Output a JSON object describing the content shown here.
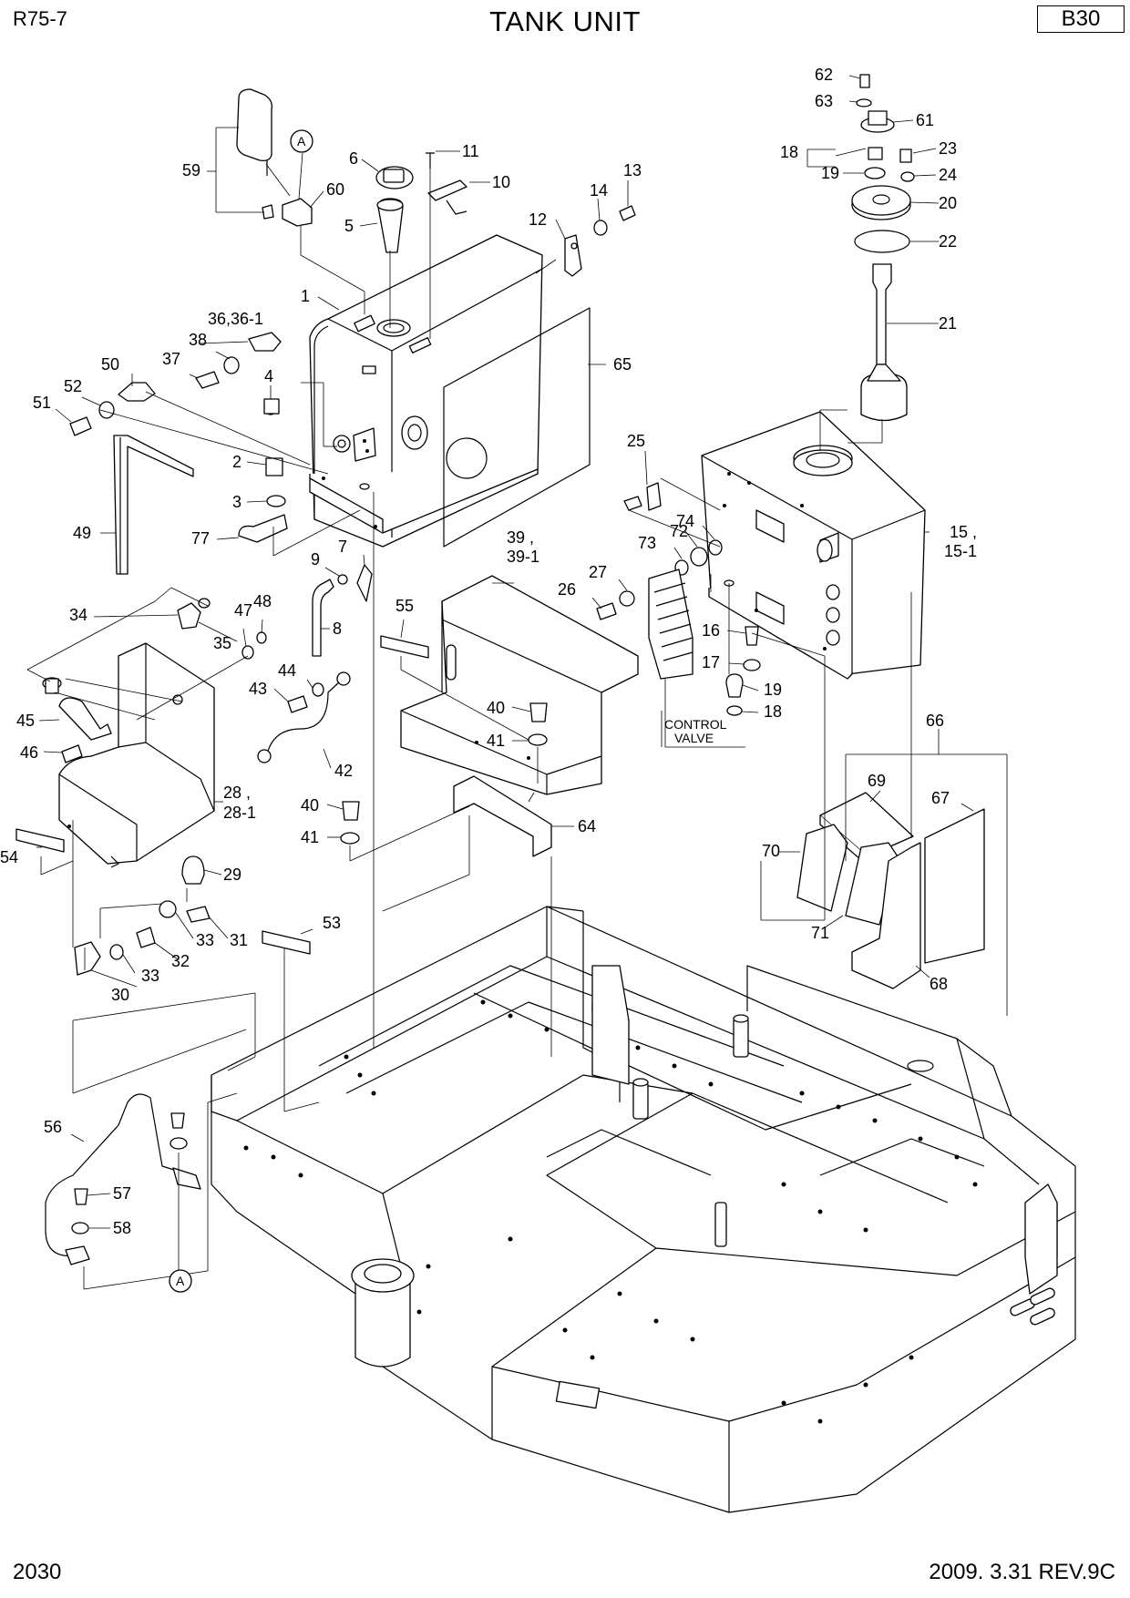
{
  "header": {
    "model": "R75-7",
    "title": "TANK UNIT",
    "sheet_code": "B30"
  },
  "footer": {
    "page_number": "2030",
    "revision": "2009. 3.31 REV.9C"
  },
  "callouts": [
    {
      "id": "c1",
      "text": "1"
    },
    {
      "id": "c2",
      "text": "2"
    },
    {
      "id": "c3",
      "text": "3"
    },
    {
      "id": "c4",
      "text": "4"
    },
    {
      "id": "c5",
      "text": "5"
    },
    {
      "id": "c6",
      "text": "6"
    },
    {
      "id": "c7",
      "text": "7"
    },
    {
      "id": "c8",
      "text": "8"
    },
    {
      "id": "c9",
      "text": "9"
    },
    {
      "id": "c10",
      "text": "10"
    },
    {
      "id": "c11",
      "text": "11"
    },
    {
      "id": "c12",
      "text": "12"
    },
    {
      "id": "c13",
      "text": "13"
    },
    {
      "id": "c14",
      "text": "14"
    },
    {
      "id": "c15",
      "text": "15 ,"
    },
    {
      "id": "c15b",
      "text": "15-1"
    },
    {
      "id": "c16",
      "text": "16"
    },
    {
      "id": "c17",
      "text": "17"
    },
    {
      "id": "c18a",
      "text": "18"
    },
    {
      "id": "c18b",
      "text": "18"
    },
    {
      "id": "c19a",
      "text": "19"
    },
    {
      "id": "c19b",
      "text": "19"
    },
    {
      "id": "c20",
      "text": "20"
    },
    {
      "id": "c21",
      "text": "21"
    },
    {
      "id": "c22",
      "text": "22"
    },
    {
      "id": "c23",
      "text": "23"
    },
    {
      "id": "c24",
      "text": "24"
    },
    {
      "id": "c25",
      "text": "25"
    },
    {
      "id": "c26",
      "text": "26"
    },
    {
      "id": "c27",
      "text": "27"
    },
    {
      "id": "c28",
      "text": "28 ,"
    },
    {
      "id": "c28b",
      "text": "28-1"
    },
    {
      "id": "c29",
      "text": "29"
    },
    {
      "id": "c30",
      "text": "30"
    },
    {
      "id": "c31",
      "text": "31"
    },
    {
      "id": "c32",
      "text": "32"
    },
    {
      "id": "c33a",
      "text": "33"
    },
    {
      "id": "c33b",
      "text": "33"
    },
    {
      "id": "c34",
      "text": "34"
    },
    {
      "id": "c35",
      "text": "35"
    },
    {
      "id": "c36",
      "text": "36,36-1"
    },
    {
      "id": "c37",
      "text": "37"
    },
    {
      "id": "c38",
      "text": "38"
    },
    {
      "id": "c39",
      "text": "39 ,"
    },
    {
      "id": "c39b",
      "text": "39-1"
    },
    {
      "id": "c40a",
      "text": "40"
    },
    {
      "id": "c40b",
      "text": "40"
    },
    {
      "id": "c41a",
      "text": "41"
    },
    {
      "id": "c41b",
      "text": "41"
    },
    {
      "id": "c42",
      "text": "42"
    },
    {
      "id": "c43",
      "text": "43"
    },
    {
      "id": "c44",
      "text": "44"
    },
    {
      "id": "c45",
      "text": "45"
    },
    {
      "id": "c46",
      "text": "46"
    },
    {
      "id": "c47",
      "text": "47"
    },
    {
      "id": "c48",
      "text": "48"
    },
    {
      "id": "c49",
      "text": "49"
    },
    {
      "id": "c50",
      "text": "50"
    },
    {
      "id": "c51",
      "text": "51"
    },
    {
      "id": "c52",
      "text": "52"
    },
    {
      "id": "c53",
      "text": "53"
    },
    {
      "id": "c54",
      "text": "54"
    },
    {
      "id": "c55",
      "text": "55"
    },
    {
      "id": "c56",
      "text": "56"
    },
    {
      "id": "c57",
      "text": "57"
    },
    {
      "id": "c58",
      "text": "58"
    },
    {
      "id": "c59",
      "text": "59"
    },
    {
      "id": "c60",
      "text": "60"
    },
    {
      "id": "c61",
      "text": "61"
    },
    {
      "id": "c62",
      "text": "62"
    },
    {
      "id": "c63",
      "text": "63"
    },
    {
      "id": "c64",
      "text": "64"
    },
    {
      "id": "c65",
      "text": "65"
    },
    {
      "id": "c66",
      "text": "66"
    },
    {
      "id": "c67",
      "text": "67"
    },
    {
      "id": "c68",
      "text": "68"
    },
    {
      "id": "c69",
      "text": "69"
    },
    {
      "id": "c70",
      "text": "70"
    },
    {
      "id": "c71",
      "text": "71"
    },
    {
      "id": "c72",
      "text": "72"
    },
    {
      "id": "c73",
      "text": "73"
    },
    {
      "id": "c74",
      "text": "74"
    },
    {
      "id": "c77",
      "text": "77"
    }
  ],
  "annotations": {
    "control_valve_line1": "CONTROL",
    "control_valve_line2": "VALVE",
    "ref_a_top": "A",
    "ref_a_bottom": "A"
  }
}
